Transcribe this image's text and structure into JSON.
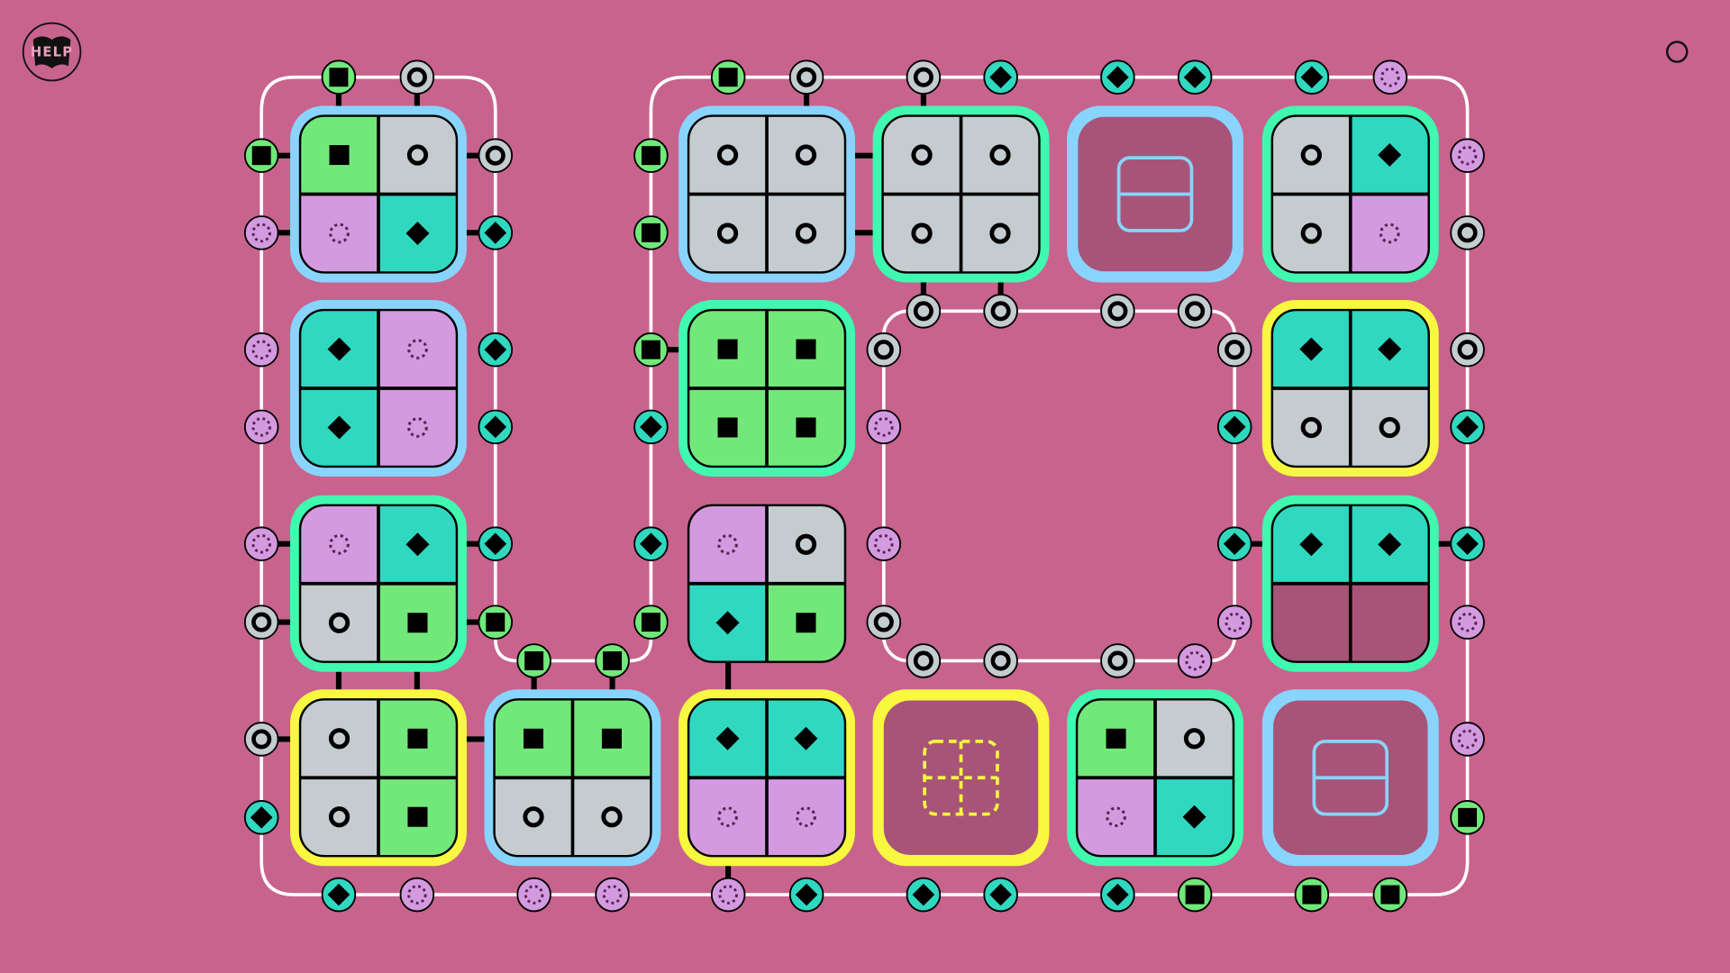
{
  "help_button": {
    "label": "HELP"
  },
  "colors": {
    "background": "#c8638d",
    "square": "#72e87a",
    "ring": "#c4cccf",
    "dots": "#d49ae0",
    "diamond": "#30d8c0",
    "border_blue": "#88d4fc",
    "border_mint": "#40f8b0",
    "border_yellow": "#f8f840",
    "empty_tile": "#a85478"
  },
  "tiles": [
    {
      "id": "A1",
      "border": "blue",
      "cells": [
        "square",
        "ring",
        "dots",
        "diamond"
      ]
    },
    {
      "id": "A2",
      "border": "blue",
      "cells": [
        "diamond",
        "dots",
        "diamond",
        "dots"
      ]
    },
    {
      "id": "A3",
      "border": "mint",
      "cells": [
        "dots",
        "diamond",
        "ring",
        "square"
      ]
    },
    {
      "id": "A4",
      "border": "yellow",
      "cells": [
        "ring",
        "square",
        "ring",
        "square"
      ]
    },
    {
      "id": "B4",
      "border": "blue",
      "cells": [
        "square",
        "square",
        "ring",
        "ring"
      ]
    },
    {
      "id": "C1",
      "border": "blue",
      "cells": [
        "ring",
        "ring",
        "ring",
        "ring"
      ]
    },
    {
      "id": "C2",
      "border": "mint",
      "cells": [
        "square",
        "square",
        "square",
        "square"
      ]
    },
    {
      "id": "C3",
      "border": "none",
      "cells": [
        "dots",
        "ring",
        "diamond",
        "square"
      ]
    },
    {
      "id": "C4",
      "border": "yellow",
      "cells": [
        "diamond",
        "diamond",
        "dots",
        "dots"
      ]
    },
    {
      "id": "D1",
      "border": "mint",
      "cells": [
        "ring",
        "ring",
        "ring",
        "ring"
      ]
    },
    {
      "id": "D4",
      "border": "yellow",
      "empty": "quad-dashed"
    },
    {
      "id": "E1",
      "border": "blue",
      "empty": "split"
    },
    {
      "id": "E4",
      "border": "mint",
      "cells": [
        "square",
        "ring",
        "dots",
        "diamond"
      ]
    },
    {
      "id": "F1",
      "border": "mint",
      "cells": [
        "ring",
        "diamond",
        "ring",
        "dots"
      ]
    },
    {
      "id": "F2",
      "border": "yellow",
      "cells": [
        "diamond",
        "diamond",
        "ring",
        "ring"
      ]
    },
    {
      "id": "F3",
      "border": "mint",
      "cells": [
        "diamond",
        "diamond",
        "empty",
        "empty"
      ]
    },
    {
      "id": "F4",
      "border": "blue",
      "empty": "split"
    }
  ],
  "pegs": [
    "square",
    "ring",
    "square",
    "ring",
    "ring",
    "diamond",
    "diamond",
    "diamond",
    "diamond",
    "dots",
    "square",
    "dots",
    "dots",
    "dots",
    "dots",
    "ring",
    "ring",
    "diamond",
    "ring",
    "diamond",
    "diamond",
    "diamond",
    "diamond",
    "square",
    "square",
    "square",
    "square",
    "diamond",
    "diamond",
    "square",
    "square",
    "square",
    "ring",
    "ring",
    "ring",
    "ring",
    "ring",
    "dots",
    "dots",
    "ring",
    "ring",
    "diamond",
    "diamond",
    "dots",
    "ring",
    "ring",
    "ring",
    "dots",
    "dots",
    "ring",
    "ring",
    "diamond",
    "diamond",
    "dots",
    "dots",
    "square",
    "diamond",
    "dots",
    "dots",
    "dots",
    "dots",
    "diamond",
    "diamond",
    "diamond",
    "diamond",
    "square",
    "square",
    "square"
  ]
}
